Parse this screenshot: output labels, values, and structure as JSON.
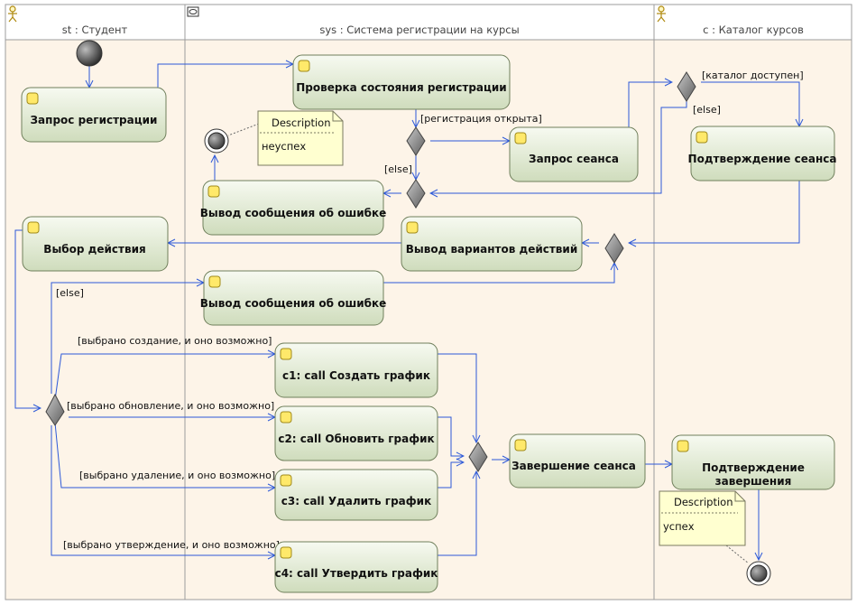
{
  "lanes": [
    {
      "title": "st : Студент",
      "icon": "actor-icon"
    },
    {
      "title": "sys : Система регистрации на курсы",
      "icon": "system-icon"
    },
    {
      "title": "c : Каталог курсов",
      "icon": "actor-icon"
    }
  ],
  "actions": {
    "request_registration": "Запрос регистрации",
    "check_registration": "Проверка состояния регистрации",
    "request_session": "Запрос сеанса",
    "confirm_session": "Подтверждение сеанса",
    "error_message_1": "Вывод сообщения об ошибке",
    "choose_action": "Выбор действия",
    "show_options": "Вывод вариантов действий",
    "error_message_2": "Вывод сообщения об ошибке",
    "call_create": "c1: call Создать график",
    "call_update": "c2: call Обновить график",
    "call_delete": "c3: call Удалить график",
    "call_approve": "c4: call Утвердить график",
    "end_session": "Завершение сеанса",
    "confirm_end_line1": "Подтверждение",
    "confirm_end_line2": "завершения"
  },
  "guards": {
    "registration_open": "[регистрация открыта]",
    "else_1": "[else]",
    "catalog_available": "[каталог доступен]",
    "else_2": "[else]",
    "else_3": "[else]",
    "chosen_create": "[выбрано создание, и оно возможно]",
    "chosen_update": "[выбрано обновление, и оно возможно]",
    "chosen_delete": "[выбрано удаление, и оно возможно]",
    "chosen_approve": "[выбрано утверждение, и оно возможно]"
  },
  "notes": {
    "failure": {
      "title": "Description",
      "text": "неуспех"
    },
    "success": {
      "title": "Description",
      "text": "успех"
    }
  }
}
